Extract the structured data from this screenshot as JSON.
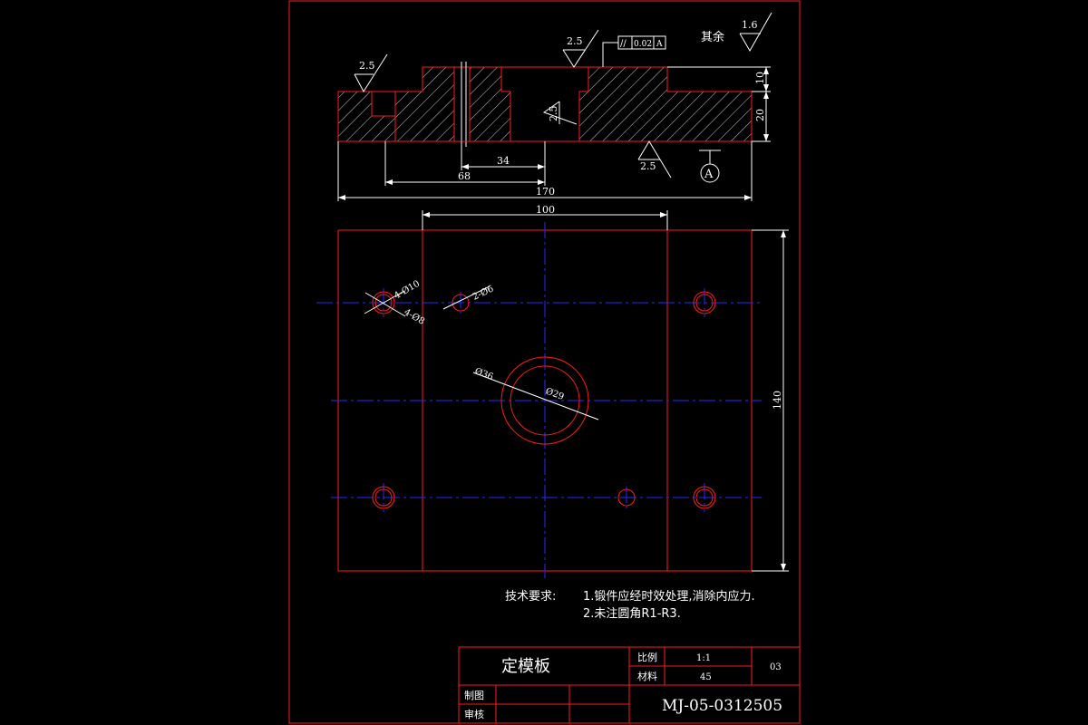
{
  "title_block": {
    "part_name": "定模板",
    "scale_label": "比例",
    "scale_value": "1:1",
    "material_label": "材料",
    "material_value": "45",
    "sheet_number": "03",
    "drawn_label": "制图",
    "checked_label": "审核",
    "drawing_number": "MJ-05-0312505"
  },
  "tech_requirements": {
    "heading": "技术要求:",
    "item1": "1.锻件应经时效处理,消除内应力.",
    "item2": "2.未注圆角R1-R3."
  },
  "surface_finish": {
    "general_label": "其余",
    "general_value": "1.6",
    "top_left": "2.5",
    "top_center": "2.5",
    "bore": "2.5",
    "bottom": "2.5"
  },
  "geometric_tolerance": {
    "symbol": "//",
    "value": "0.02",
    "datum": "A"
  },
  "datum_label": "A",
  "section_dims": {
    "width_34": "34",
    "width_68": "68",
    "total_170": "170",
    "height_10": "10",
    "height_20": "20"
  },
  "plan_dims": {
    "width_100": "100",
    "height_140": "140",
    "hole_4_phi10": "4-Ø10",
    "hole_4_phi8": "4-Ø8",
    "hole_2_phi6": "2-Ø6",
    "bore_36": "Ø36",
    "bore_29": "Ø29"
  },
  "colors": {
    "background": "#000000",
    "outline": "#ff1a1a",
    "centerline": "#2a2aff",
    "dimension": "#ffffff"
  }
}
